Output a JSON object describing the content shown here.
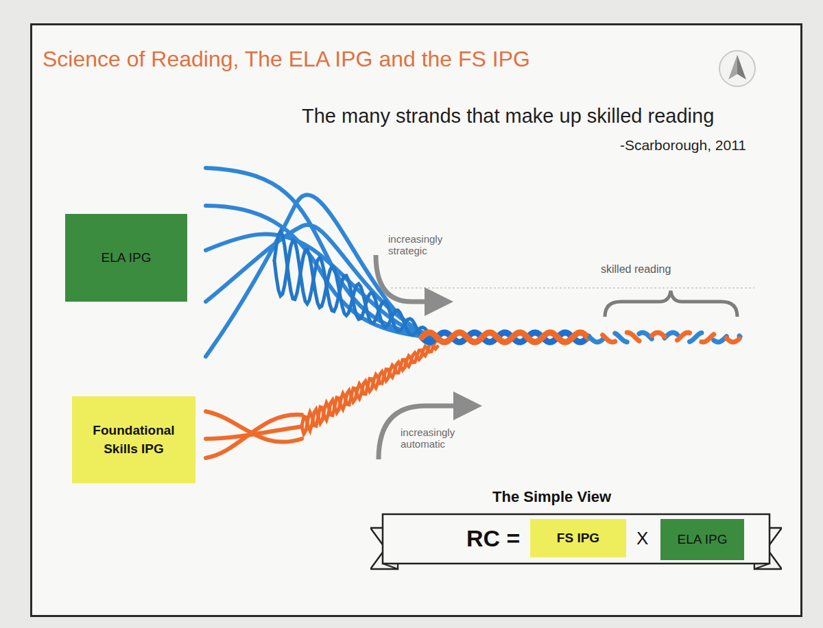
{
  "diagram": {
    "title": "Science of Reading, The ELA IPG and the FS IPG",
    "nodes": [
      {
        "text": [
          "ELA IPG"
        ]
      },
      {
        "text": [
          "Foundational Skills IPG"
        ]
      },
      {
        "text": [
          "The Simple View",
          "RC =",
          "X"
        ]
      },
      {
        "text": [
          "FS IPG"
        ],
        "in": 2
      },
      {
        "text": [
          "ELA IPG"
        ],
        "in": 2
      }
    ],
    "labels": [
      "The many strands that make up skilled reading",
      "-Scarborough, 2011",
      "increasingly strategic",
      "increasingly automatic",
      "skilled reading"
    ]
  }
}
